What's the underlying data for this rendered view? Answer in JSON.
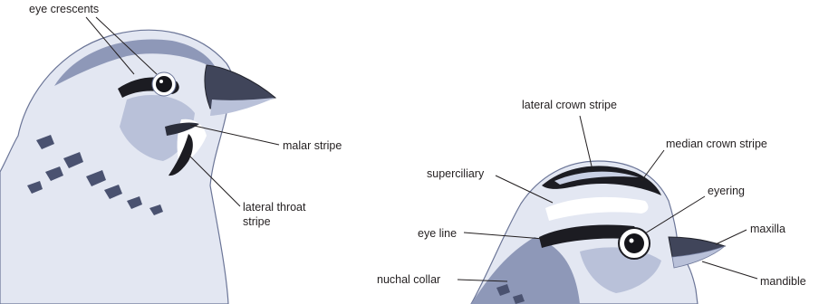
{
  "figures": [
    {
      "id": "sparrow-head-left",
      "labels": {
        "eye_crescents": "eye crescents",
        "malar_stripe": "malar stripe",
        "lateral_throat_stripe_line1": "lateral throat",
        "lateral_throat_stripe_line2": "stripe"
      }
    },
    {
      "id": "sparrow-head-right",
      "labels": {
        "lateral_crown_stripe": "lateral crown stripe",
        "median_crown_stripe": "median crown stripe",
        "superciliary": "superciliary",
        "eyering": "eyering",
        "eye_line": "eye line",
        "maxilla": "maxilla",
        "nuchal_collar": "nuchal collar",
        "mandible": "mandible"
      }
    }
  ],
  "colors": {
    "ink": "#231f20",
    "plumage_light": "#e3e7f2",
    "plumage_mid": "#b9c1d9",
    "plumage_shadow": "#8e98b8",
    "stripe_dark": "#1c1c22",
    "bill": "#40455a"
  }
}
